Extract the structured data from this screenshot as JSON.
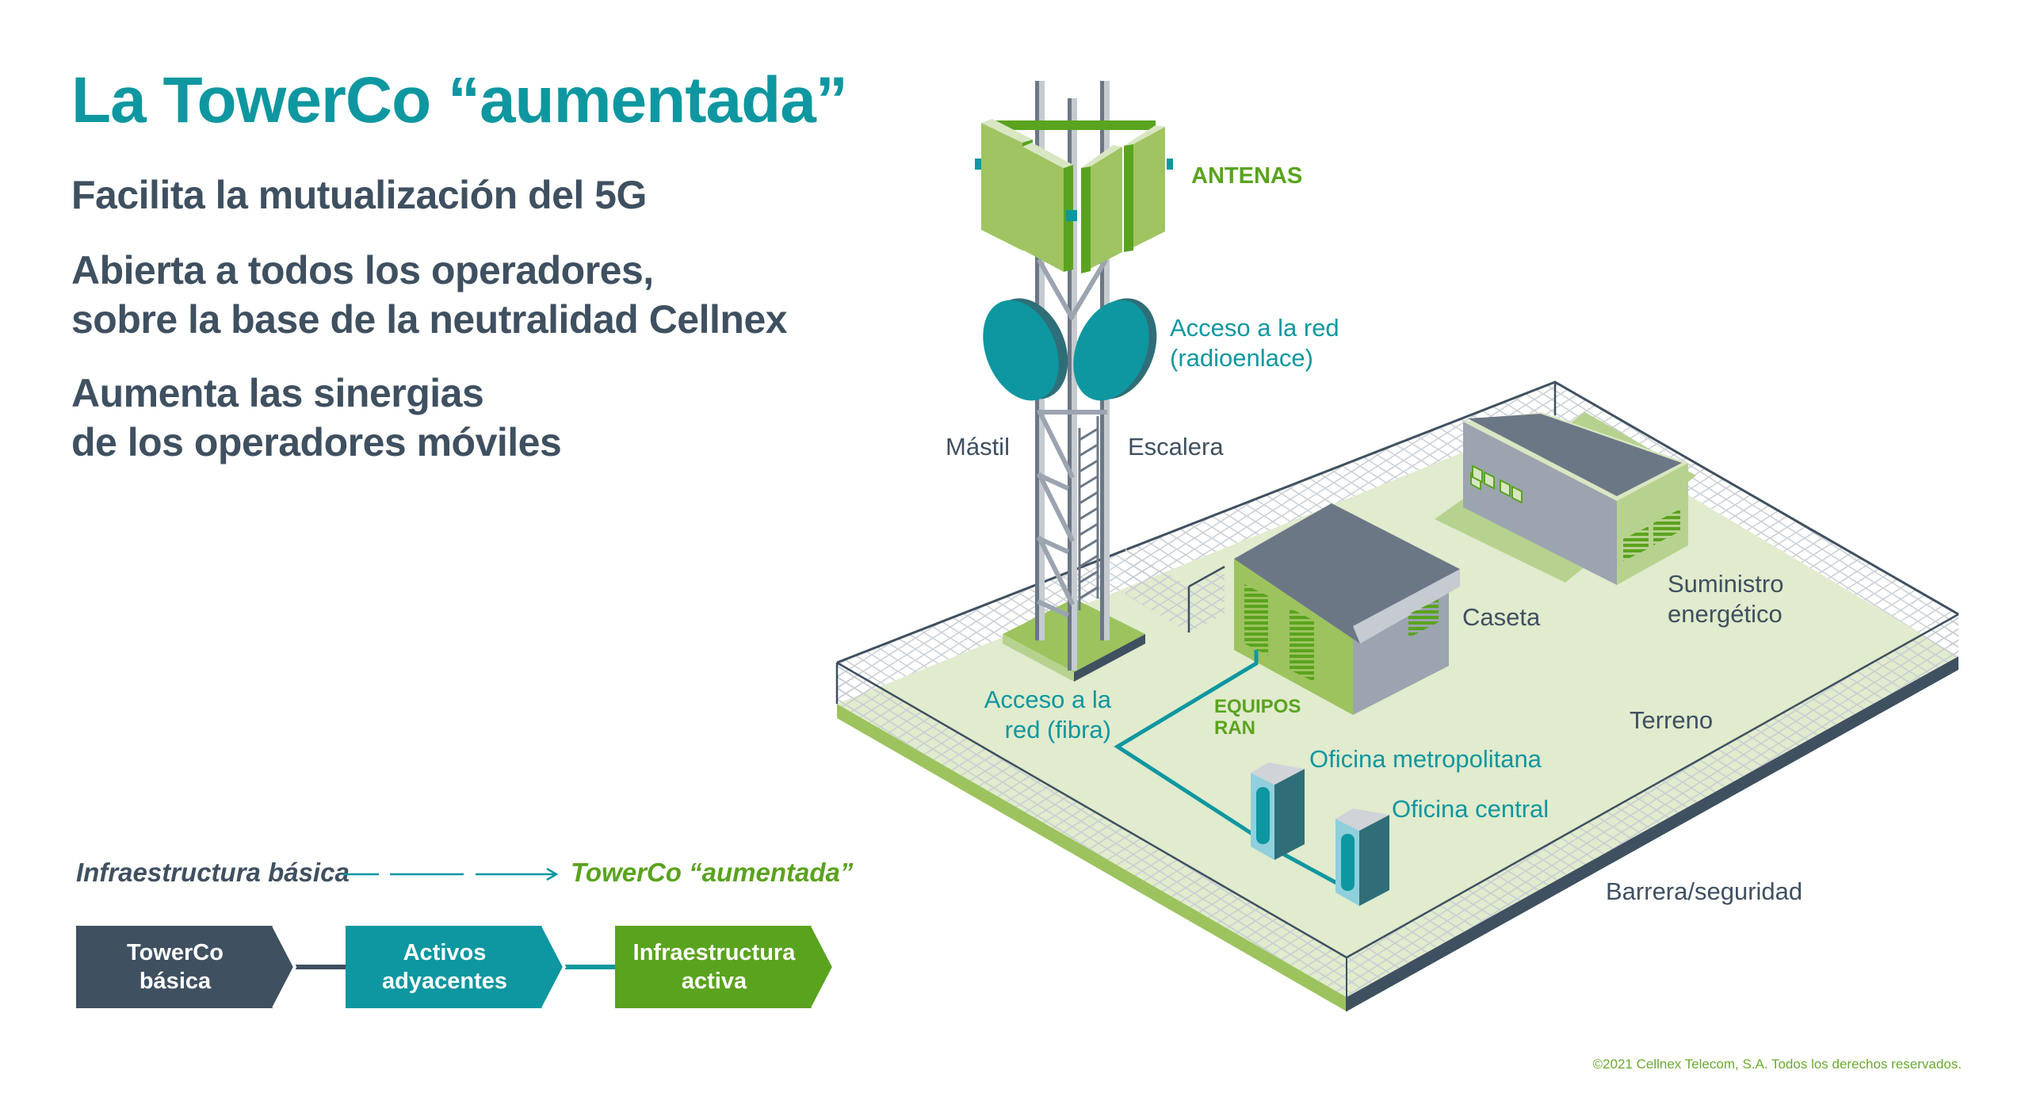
{
  "header": {
    "title": "La TowerCo “aumentada”"
  },
  "bullets": [
    {
      "lines": [
        "Facilita la mutualización del 5G"
      ]
    },
    {
      "lines": [
        "Abierta a todos los operadores,",
        "sobre la base de la neutralidad Cellnex"
      ]
    },
    {
      "lines": [
        "Aumenta las sinergias",
        "de los operadores móviles"
      ]
    }
  ],
  "progression": {
    "from_label": "Infraestructura básica",
    "to_label": "TowerCo “aumentada”",
    "stages": [
      {
        "line1": "TowerCo",
        "line2": "básica",
        "color": "#3f5060"
      },
      {
        "line1": "Activos",
        "line2": "adyacentes",
        "color": "#0e97a0"
      },
      {
        "line1": "Infraestructura",
        "line2": "activa",
        "color": "#5aa31e"
      }
    ]
  },
  "diagram_labels": {
    "antenas": "ANTENAS",
    "radio_access_line1": "Acceso a la red",
    "radio_access_line2": "(radioenlace)",
    "mast": "Mástil",
    "ladder": "Escalera",
    "fiber_access_line1": "Acceso a la",
    "fiber_access_line2": "red (fibra)",
    "ran_line1": "EQUIPOS",
    "ran_line2": "RAN",
    "shelter": "Caseta",
    "power_line1": "Suministro",
    "power_line2": "energético",
    "ground": "Terreno",
    "metro_office": "Oficina metropolitana",
    "central_office": "Oficina central",
    "barrier": "Barrera/seguridad"
  },
  "colors": {
    "teal": "#0e97a0",
    "green": "#5aa31e",
    "slate": "#3f5060",
    "ground": "#e1ebcd"
  },
  "footer": {
    "copyright": "©2021 Cellnex Telecom, S.A. Todos los derechos reservados."
  }
}
